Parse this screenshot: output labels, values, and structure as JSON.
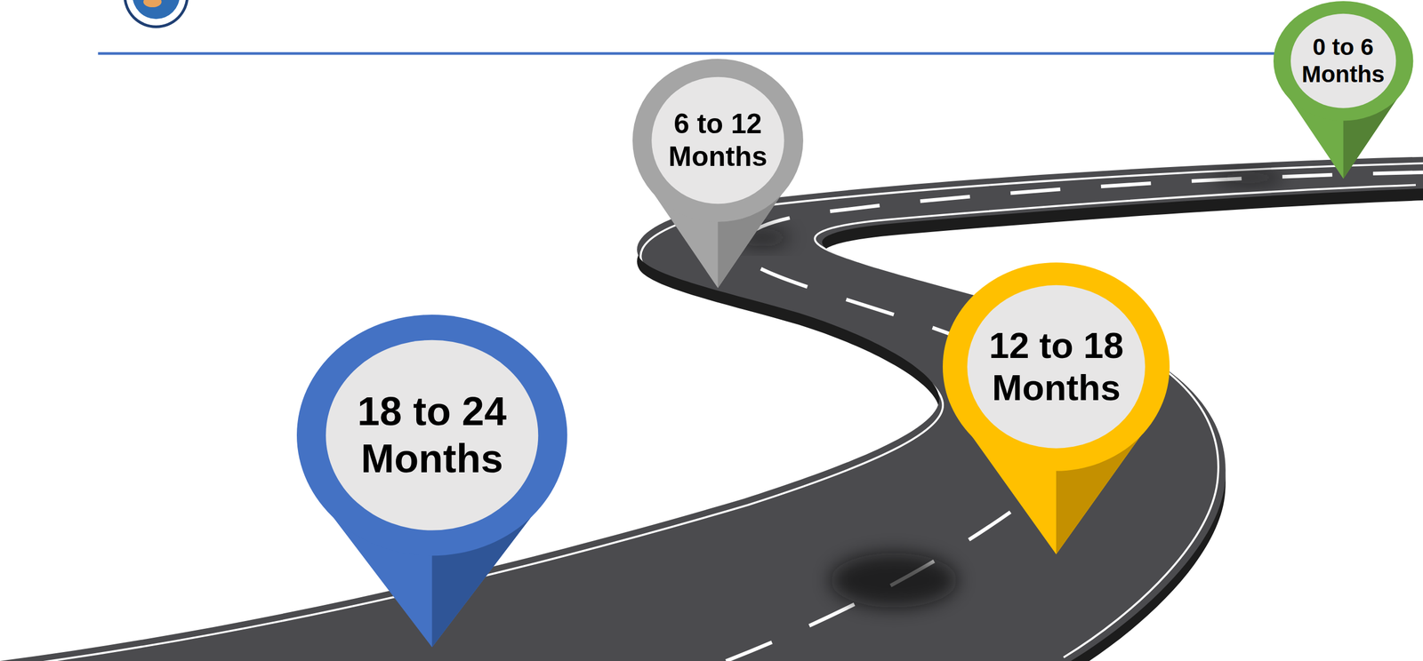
{
  "diagram": {
    "nodes": [
      {
        "text": [
          "0 to 6 Months"
        ]
      },
      {
        "text": [
          "6 to 12 Months"
        ]
      },
      {
        "text": [
          "12 to 18 Months"
        ]
      },
      {
        "text": [
          "18 to 24 Months"
        ]
      }
    ]
  }
}
